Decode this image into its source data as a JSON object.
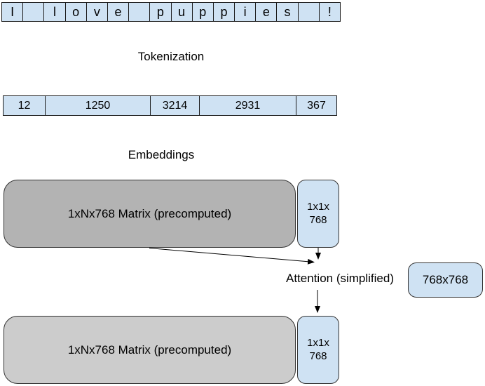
{
  "colors": {
    "cell-fill": "#cfe2f3",
    "matrix-top-fill": "#b3b3b3",
    "matrix-bottom-fill": "#cccccc"
  },
  "sentence_row": {
    "cells": [
      "I",
      "",
      "l",
      "o",
      "v",
      "e",
      "",
      "p",
      "u",
      "p",
      "p",
      "i",
      "e",
      "s",
      "",
      "!"
    ]
  },
  "labels": {
    "tokenization": "Tokenization",
    "embeddings": "Embeddings",
    "attention": "Attention (simplified)"
  },
  "token_row": {
    "cells": [
      "12",
      "1250",
      "3214",
      "2931",
      "367"
    ]
  },
  "embedding_matrix_top": {
    "label": "1xNx768 Matrix (precomputed)"
  },
  "query_vector_top": {
    "line1": "1x1x",
    "line2": "768"
  },
  "attention_weights": {
    "label": "768x768"
  },
  "embedding_matrix_bottom": {
    "label": "1xNx768 Matrix (precomputed)"
  },
  "query_vector_bottom": {
    "line1": "1x1x",
    "line2": "768"
  }
}
